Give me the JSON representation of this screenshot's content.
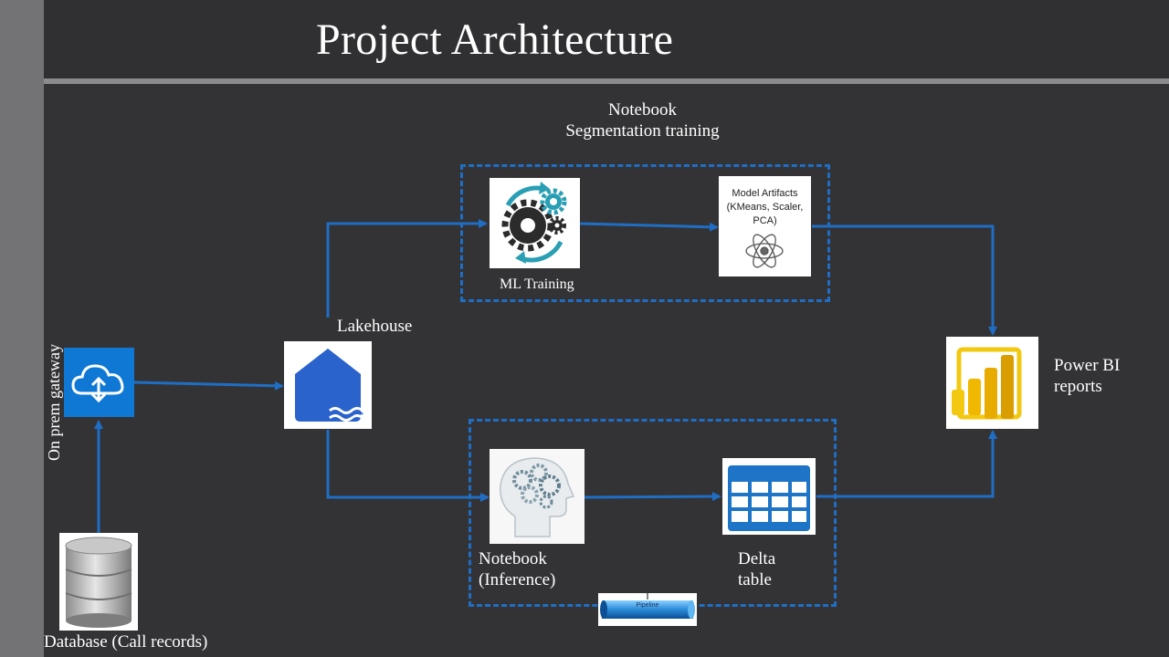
{
  "title": "Project Architecture",
  "labels": {
    "gateway": "On prem gateway",
    "database": "Database (Call records)",
    "lakehouse": "Lakehouse",
    "notebook_group_line1": "Notebook",
    "notebook_group_line2": "Segmentation training",
    "ml_training": "ML Training",
    "notebook_inference_line1": "Notebook",
    "notebook_inference_line2": "(Inference)",
    "delta_line1": "Delta",
    "delta_line2": "table",
    "powerbi_line1": "Power BI",
    "powerbi_line2": "reports"
  },
  "model_artifacts": {
    "line1": "Model Artifacts",
    "line2": "(KMeans, Scaler,",
    "line3": "PCA)"
  },
  "pipeline_label": "Pipeline",
  "icons": {
    "gateway": "cloud-upload-icon",
    "database": "database-cylinder-icon",
    "lakehouse": "lakehouse-icon",
    "ml_training": "gears-cycle-icon",
    "model_artifacts": "atom-icon",
    "inference": "head-gears-icon",
    "delta": "table-grid-icon",
    "powerbi": "power-bi-icon",
    "pipeline": "pipe-icon"
  },
  "colors": {
    "background": "#333336",
    "header": "#303033",
    "accent_blue": "#1f6ec4",
    "powerbi_yellow": "#f2c811",
    "gateway_blue": "#0f78d4",
    "lakehouse_blue": "#2a63cc"
  }
}
